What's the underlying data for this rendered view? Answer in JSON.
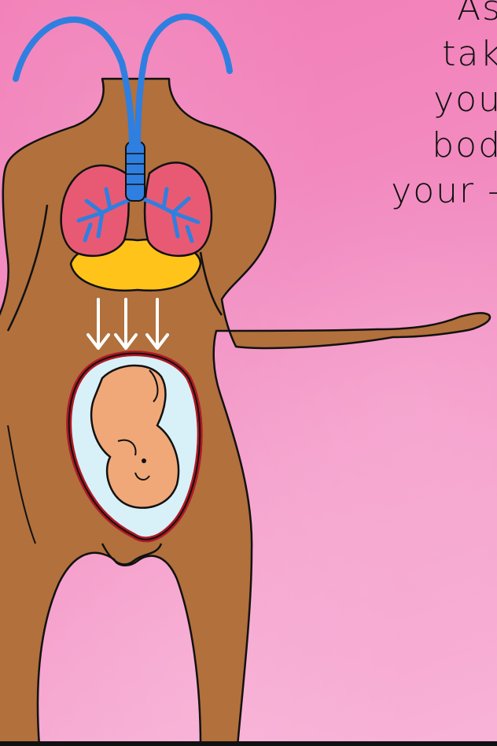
{
  "caption": {
    "lines": [
      "As",
      "tak",
      "you",
      "bod",
      "your -"
    ]
  },
  "colors": {
    "background": "#f28cc1",
    "skin": "#b1703c",
    "lungs": "#e85a73",
    "airway": "#2f7fe0",
    "diaphragm": "#ffc31a",
    "womb": "#d8f0f8",
    "uterus_wall": "#b01824",
    "fetus": "#f0a878",
    "arrows": "#ffffff"
  }
}
